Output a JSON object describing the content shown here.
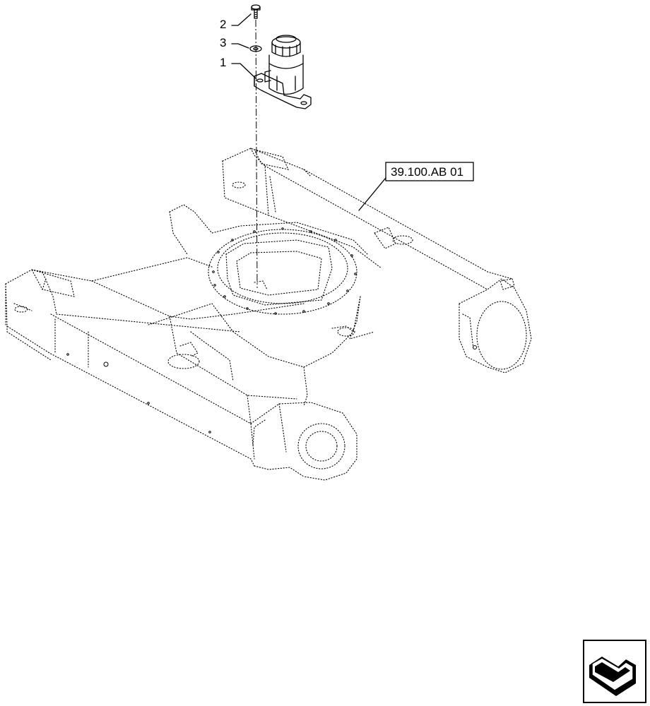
{
  "callouts": [
    {
      "id": "2",
      "label": "2"
    },
    {
      "id": "3",
      "label": "3"
    },
    {
      "id": "1",
      "label": "1"
    }
  ],
  "reference_box": {
    "label": "39.100.AB 01"
  },
  "nav_icon": {
    "name": "next-page-arrow-icon"
  }
}
